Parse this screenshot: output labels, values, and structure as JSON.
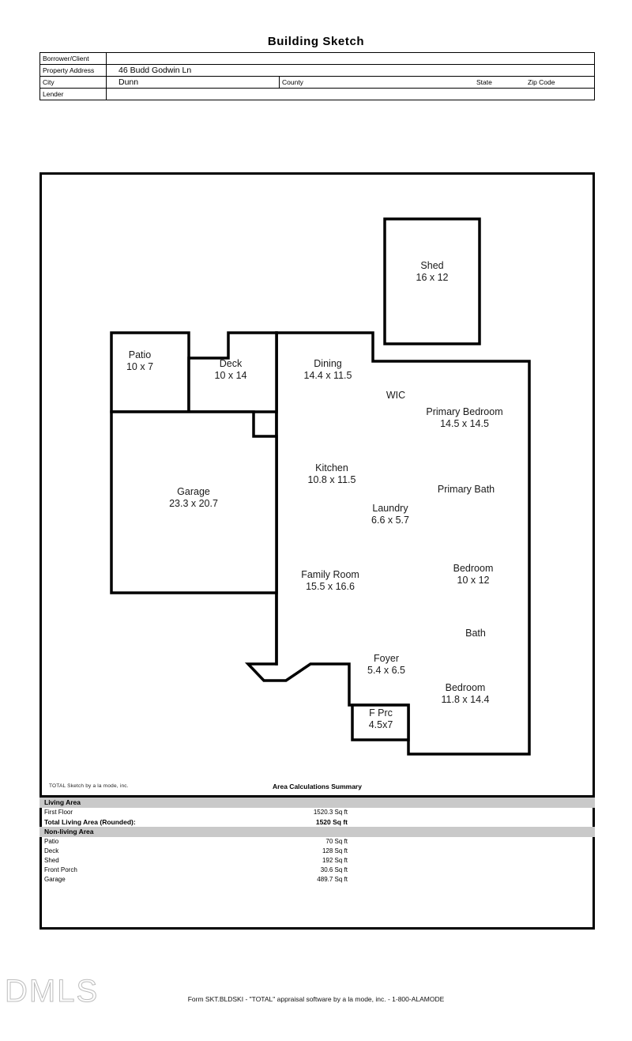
{
  "document": {
    "title": "Building Sketch",
    "sketch_credit": "TOTAL Sketch by a la mode, inc.",
    "form_footer": "Form SKT.BLDSKI - \"TOTAL\" appraisal software by a la mode, inc. - 1-800-ALAMODE",
    "watermark": "DMLS"
  },
  "info": {
    "borrower_label": "Borrower/Client",
    "borrower_value": "",
    "address_label": "Property Address",
    "address_value": "46 Budd Godwin Ln",
    "city_label": "City",
    "city_value": "Dunn",
    "county_label": "County",
    "county_value": "",
    "state_label": "State",
    "state_value": "",
    "zip_label": "Zip Code",
    "zip_value": "",
    "lender_label": "Lender",
    "lender_value": ""
  },
  "sketch": {
    "rooms": [
      {
        "name": "Shed",
        "dims": "16 x 12"
      },
      {
        "name": "Patio",
        "dims": "10 x 7"
      },
      {
        "name": "Deck",
        "dims": "10 x 14"
      },
      {
        "name": "Dining",
        "dims": "14.4 x 11.5"
      },
      {
        "name": "WIC",
        "dims": ""
      },
      {
        "name": "Primary Bedroom",
        "dims": "14.5 x 14.5"
      },
      {
        "name": "Garage",
        "dims": "23.3 x 20.7"
      },
      {
        "name": "Kitchen",
        "dims": "10.8 x 11.5"
      },
      {
        "name": "Primary Bath",
        "dims": ""
      },
      {
        "name": "Laundry",
        "dims": "6.6 x 5.7"
      },
      {
        "name": "Family Room",
        "dims": "15.5 x 16.6"
      },
      {
        "name": "Bedroom",
        "dims": "10 x 12"
      },
      {
        "name": "Bath",
        "dims": ""
      },
      {
        "name": "Foyer",
        "dims": "5.4 x 6.5"
      },
      {
        "name": "Bedroom",
        "dims": "11.8 x 14.4"
      },
      {
        "name": "F Prc",
        "dims": "4.5x7"
      }
    ]
  },
  "summary": {
    "title": "Area Calculations Summary",
    "living_band": "Living Area",
    "living_rows": [
      {
        "label": "First Floor",
        "value": "1520.3 Sq ft"
      },
      {
        "label": "Total Living Area (Rounded):",
        "value": "1520 Sq ft"
      }
    ],
    "nonliving_band": "Non-living Area",
    "nonliving_rows": [
      {
        "label": "Patio",
        "value": "70 Sq ft"
      },
      {
        "label": "Deck",
        "value": "128 Sq ft"
      },
      {
        "label": "Shed",
        "value": "192 Sq ft"
      },
      {
        "label": "Front Porch",
        "value": "30.6 Sq ft"
      },
      {
        "label": "Garage",
        "value": "489.7 Sq ft"
      }
    ]
  }
}
